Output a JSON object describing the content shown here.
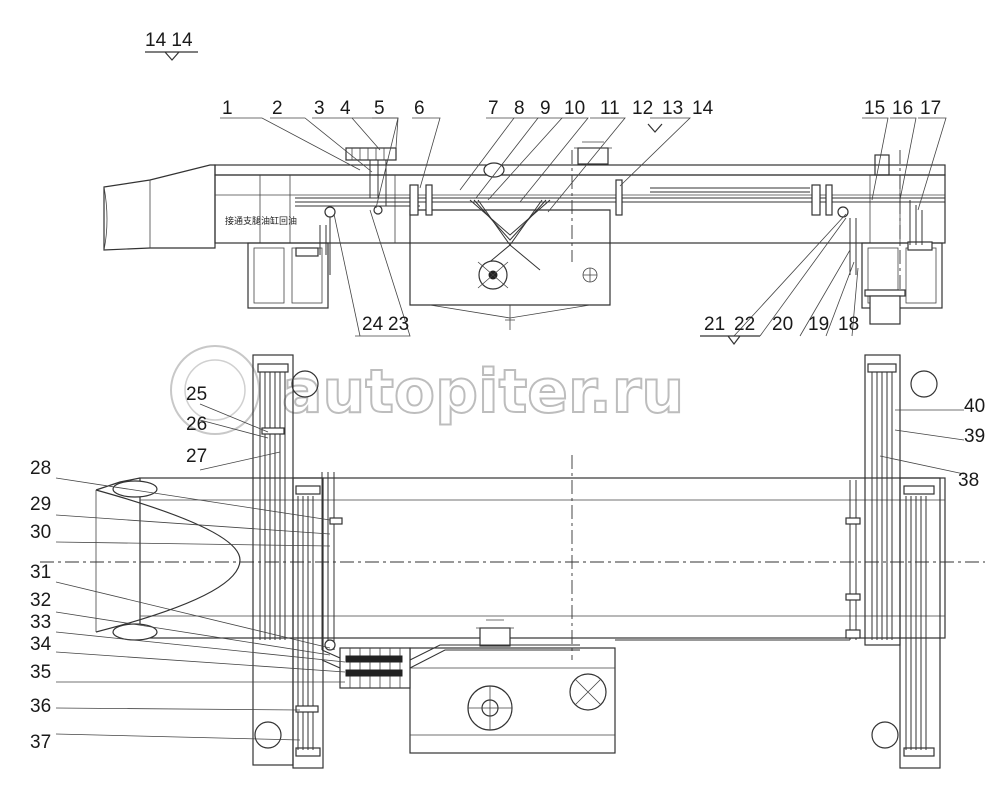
{
  "header_label": "14 14",
  "watermark": "autopiter.ru",
  "inline_note": "接通支腿油缸回油",
  "callouts_top": [
    "1",
    "2",
    "3",
    "4",
    "5",
    "6",
    "7",
    "8",
    "9",
    "10",
    "11",
    "12",
    "13",
    "14",
    "15",
    "16",
    "17",
    "18",
    "19",
    "20",
    "21",
    "22",
    "23",
    "24"
  ],
  "callouts_bottom": [
    "25",
    "26",
    "27",
    "28",
    "29",
    "30",
    "31",
    "32",
    "33",
    "34",
    "35",
    "36",
    "37",
    "38",
    "39",
    "40"
  ]
}
